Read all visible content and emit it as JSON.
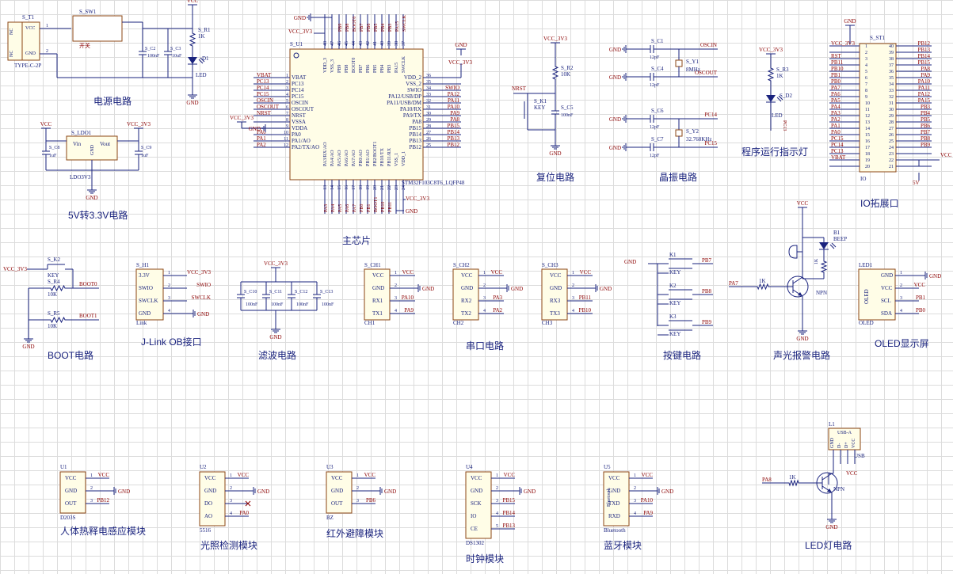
{
  "sections": {
    "power": "电源电路",
    "ldo": "5V转3.3V电路",
    "mcu": "主芯片",
    "reset": "复位电路",
    "crystal": "晶振电路",
    "led_run": "程序运行指示灯",
    "io_ext": "IO拓展口",
    "boot": "BOOT电路",
    "jlink": "J-Link OB接口",
    "filter": "滤波电路",
    "uart": "串口电路",
    "keys": "按键电路",
    "alarm": "声光报警电路",
    "oled": "OLED显示屏",
    "pir": "人体热释电感应模块",
    "light": "光照检测模块",
    "ir": "红外避障模块",
    "clock": "时钟模块",
    "bt": "蓝牙模块",
    "led_light": "LED灯电路"
  },
  "nets": {
    "vcc": "VCC",
    "v33": "VCC_3V3",
    "gnd": "GND",
    "v5": "5V"
  },
  "power": {
    "usb_ref": "S_T1",
    "usb_type": "TYPE-C-2P",
    "usb_pins": [
      "NC",
      "VCC",
      "GND",
      "NC"
    ],
    "sw_ref": "S_SW1",
    "sw_label": "开关",
    "r1": "S_R1",
    "r1v": "1K",
    "d1": "D1",
    "d1v": "LED",
    "c2": "S_C2",
    "c2v": "100nF",
    "c3": "S_C3",
    "c3v": "10uF"
  },
  "ldo": {
    "ref": "S_LDO1",
    "vin": "Vin",
    "vout": "Vout",
    "gnd": "GND",
    "part": "LDO3V3",
    "c8": "S_C8",
    "c8v": "1uF",
    "c9": "S_C9",
    "c9v": "1uF"
  },
  "mcu": {
    "ref": "S_U1",
    "part": "STM32F103C8T6_LQFP48",
    "left": [
      [
        "VBAT",
        "1",
        "VBAT"
      ],
      [
        "PC13",
        "2",
        "PC13"
      ],
      [
        "PC14",
        "3",
        "PC14"
      ],
      [
        "PC15",
        "4",
        "PC15"
      ],
      [
        "OSCIN",
        "5",
        "OSCIN"
      ],
      [
        "OSCOUT",
        "6",
        "OSCOUT"
      ],
      [
        "NRST",
        "7",
        "NRST"
      ],
      [
        "",
        "8",
        "VSSA"
      ],
      [
        "",
        "9",
        "VDDA"
      ],
      [
        "PA0",
        "10",
        "PA0"
      ],
      [
        "PA1",
        "11",
        "PA1/AO"
      ],
      [
        "PA2",
        "12",
        "PA2/TX/AO"
      ]
    ],
    "right": [
      [
        "",
        "36",
        "VDD_2"
      ],
      [
        "",
        "35",
        "VSS_2"
      ],
      [
        "SWIO",
        "34",
        "SWIO"
      ],
      [
        "PA12",
        "33",
        "PA12/USB/DP"
      ],
      [
        "PA11",
        "32",
        "PA11/USB/DM"
      ],
      [
        "PA10",
        "31",
        "PA10/RX"
      ],
      [
        "PA9",
        "30",
        "PA9/TX"
      ],
      [
        "PA8",
        "29",
        "PA8"
      ],
      [
        "PB15",
        "28",
        "PB15"
      ],
      [
        "PB14",
        "27",
        "PB14"
      ],
      [
        "PB13",
        "26",
        "PB13"
      ],
      [
        "PB12",
        "25",
        "PB12"
      ]
    ],
    "top": [
      [
        "",
        "48",
        "VDD_3"
      ],
      [
        "",
        "47",
        "VSS_3"
      ],
      [
        "PB9",
        "46",
        "PB9"
      ],
      [
        "PB8",
        "45",
        "PB8"
      ],
      [
        "BOOT0",
        "44",
        "BOOT0"
      ],
      [
        "PB7",
        "43",
        "PB7"
      ],
      [
        "PB6",
        "42",
        "PB6"
      ],
      [
        "PB5",
        "41",
        "PB5"
      ],
      [
        "PB4",
        "40",
        "PB4"
      ],
      [
        "PB3",
        "39",
        "PB3"
      ],
      [
        "PA15",
        "38",
        "PA15"
      ],
      [
        "SWCLK",
        "37",
        "SWCLK"
      ]
    ],
    "bottom": [
      [
        "PA3",
        "13",
        "PA3/RX/AO"
      ],
      [
        "PA4",
        "14",
        "PA4/AO"
      ],
      [
        "PA5",
        "15",
        "PA5/AO"
      ],
      [
        "PA6",
        "16",
        "PA6/AO"
      ],
      [
        "PA7",
        "17",
        "PA7/AO"
      ],
      [
        "PB0",
        "18",
        "PB0/AO"
      ],
      [
        "PB1",
        "19",
        "PB1/AO"
      ],
      [
        "BOOT1",
        "20",
        "PB2/BOOT1"
      ],
      [
        "PB10",
        "21",
        "PB10/TX"
      ],
      [
        "PB11",
        "22",
        "PB11/RX"
      ],
      [
        "",
        "23",
        "VSS_1"
      ],
      [
        "",
        "24",
        "VDD_1"
      ]
    ]
  },
  "reset": {
    "k1": "S_K1",
    "k1v": "KEY",
    "r2": "S_R2",
    "r2v": "10K",
    "c5": "S_C5",
    "c5v": "100nF",
    "net": "NRST"
  },
  "crystal": {
    "c1": "S_C1",
    "c4": "S_C4",
    "c6": "S_C6",
    "c7": "S_C7",
    "cv": "12pF",
    "y1": "S_Y1",
    "y1v": "8MHz",
    "y2": "S_Y2",
    "y2v": "32.768KHz",
    "n1": "OSCIN",
    "n2": "OSCOUT",
    "n3": "PC14",
    "n4": "PC15"
  },
  "ledrun": {
    "r3": "S_R3",
    "r3v": "1K",
    "d2": "S_D2",
    "d2v": "LED",
    "net": "PC13"
  },
  "io": {
    "ref": "S_ST1",
    "label": "IO",
    "left": [
      [
        "VCC_3V3",
        "1"
      ],
      [
        "",
        "2"
      ],
      [
        "RST",
        "3"
      ],
      [
        "PB11",
        "4"
      ],
      [
        "PB10",
        "5"
      ],
      [
        "PB1",
        "6"
      ],
      [
        "PB0",
        "7"
      ],
      [
        "PA7",
        "8"
      ],
      [
        "PA6",
        "9"
      ],
      [
        "PA5",
        "10"
      ],
      [
        "PA4",
        "11"
      ],
      [
        "PA3",
        "12"
      ],
      [
        "PA2",
        "13"
      ],
      [
        "PA1",
        "14"
      ],
      [
        "PA0",
        "15"
      ],
      [
        "PC15",
        "16"
      ],
      [
        "PC14",
        "17"
      ],
      [
        "PC13",
        "18"
      ],
      [
        "VBAT",
        "19"
      ],
      [
        "",
        "20"
      ]
    ],
    "right": [
      [
        "PB12",
        "40"
      ],
      [
        "PB13",
        "39"
      ],
      [
        "PB14",
        "38"
      ],
      [
        "PB15",
        "37"
      ],
      [
        "PA8",
        "36"
      ],
      [
        "PA9",
        "35"
      ],
      [
        "PA10",
        "34"
      ],
      [
        "PA11",
        "33"
      ],
      [
        "PA12",
        "32"
      ],
      [
        "PA15",
        "31"
      ],
      [
        "PB3",
        "30"
      ],
      [
        "PB4",
        "29"
      ],
      [
        "PB5",
        "28"
      ],
      [
        "PB6",
        "27"
      ],
      [
        "PB7",
        "26"
      ],
      [
        "PB8",
        "25"
      ],
      [
        "PB9",
        "24"
      ],
      [
        "",
        "23"
      ],
      [
        "",
        "22"
      ],
      [
        "",
        "21"
      ]
    ]
  },
  "boot": {
    "k2": "S_K2",
    "k2v": "KEY",
    "r4": "S_R4",
    "r4v": "10K",
    "r5": "S_R5",
    "r5v": "10K",
    "n1": "BOOT0",
    "n2": "BOOT1"
  },
  "jlink": {
    "ref": "S_H1",
    "label": "Link",
    "pins": [
      [
        "3.3V",
        "1",
        "VCC_3V3"
      ],
      [
        "SWIO",
        "2",
        "SWIO"
      ],
      [
        "SWCLK",
        "3",
        "SWCLK"
      ],
      [
        "GND",
        "4",
        "GND"
      ]
    ]
  },
  "filter": {
    "caps": [
      [
        "S_C10",
        "100nF"
      ],
      [
        "S_C11",
        "100nF"
      ],
      [
        "S_C12",
        "100nF"
      ],
      [
        "S_C13",
        "100nF"
      ]
    ]
  },
  "uart": [
    {
      "ref": "S_CH1",
      "label": "CH1",
      "pins": [
        [
          "VCC",
          "1",
          "VCC"
        ],
        [
          "GND",
          "2",
          "GND"
        ],
        [
          "RX1",
          "3",
          "PA10"
        ],
        [
          "TX1",
          "4",
          "PA9"
        ]
      ]
    },
    {
      "ref": "S_CH2",
      "label": "CH2",
      "pins": [
        [
          "VCC",
          "1",
          "VCC"
        ],
        [
          "GND",
          "2",
          "GND"
        ],
        [
          "RX2",
          "3",
          "PA3"
        ],
        [
          "TX2",
          "4",
          "PA2"
        ]
      ]
    },
    {
      "ref": "S_CH3",
      "label": "CH3",
      "pins": [
        [
          "VCC",
          "1",
          "VCC"
        ],
        [
          "GND",
          "2",
          "GND"
        ],
        [
          "RX3",
          "3",
          "PB11"
        ],
        [
          "TX3",
          "4",
          "PB10"
        ]
      ]
    }
  ],
  "keys": [
    [
      "K1",
      "KEY",
      "PB7"
    ],
    [
      "K2",
      "KEY",
      "PB8"
    ],
    [
      "K3",
      "KEY",
      "PB9"
    ]
  ],
  "alarm": {
    "b1": "B1",
    "b1v": "BEEP",
    "net": "PA7",
    "r": "1K",
    "q": "NPN",
    "r2": "1K"
  },
  "oled": {
    "ref": "LED1",
    "label": "OLED",
    "body": "OLED",
    "pins": [
      [
        "GND",
        "1",
        "GND"
      ],
      [
        "VCC",
        "2",
        "VCC"
      ],
      [
        "SCL",
        "3",
        "PB1"
      ],
      [
        "SDA",
        "4",
        "PB0"
      ]
    ]
  },
  "modules": [
    {
      "ref": "U1",
      "label": "D203S",
      "pins": [
        [
          "VCC",
          "1",
          "VCC"
        ],
        [
          "GND",
          "2",
          "GND"
        ],
        [
          "OUT",
          "3",
          "PB12"
        ]
      ]
    },
    {
      "ref": "U2",
      "label": "5516",
      "pins": [
        [
          "VCC",
          "1",
          "VCC"
        ],
        [
          "GND",
          "2",
          "GND"
        ],
        [
          "DO",
          "3",
          ""
        ],
        [
          "AO",
          "4",
          "PA0"
        ]
      ]
    },
    {
      "ref": "U3",
      "label": "BZ",
      "pins": [
        [
          "VCC",
          "1",
          "VCC"
        ],
        [
          "GND",
          "2",
          "GND"
        ],
        [
          "OUT",
          "3",
          "PB6"
        ]
      ]
    },
    {
      "ref": "U4",
      "label": "DS1302",
      "pins": [
        [
          "VCC",
          "1",
          "VCC"
        ],
        [
          "GND",
          "2",
          "GND"
        ],
        [
          "SCK",
          "3",
          "PB15"
        ],
        [
          "IO",
          "4",
          "PB14"
        ],
        [
          "CE",
          "5",
          "PB13"
        ]
      ]
    },
    {
      "ref": "U5",
      "label": "Bluetooth",
      "body": "Bluetooth",
      "pins": [
        [
          "VCC",
          "1",
          "VCC"
        ],
        [
          "GND",
          "2",
          "GND"
        ],
        [
          "TXD",
          "3",
          "PA10"
        ],
        [
          "RXD",
          "4",
          "PA9"
        ]
      ]
    }
  ],
  "usbled": {
    "ref": "L1",
    "head": "USB-A",
    "pins": [
      "GND",
      "D-",
      "D+",
      "VCC"
    ],
    "label": "USB",
    "net": "PA8",
    "r": "1K",
    "q": "NPN"
  }
}
